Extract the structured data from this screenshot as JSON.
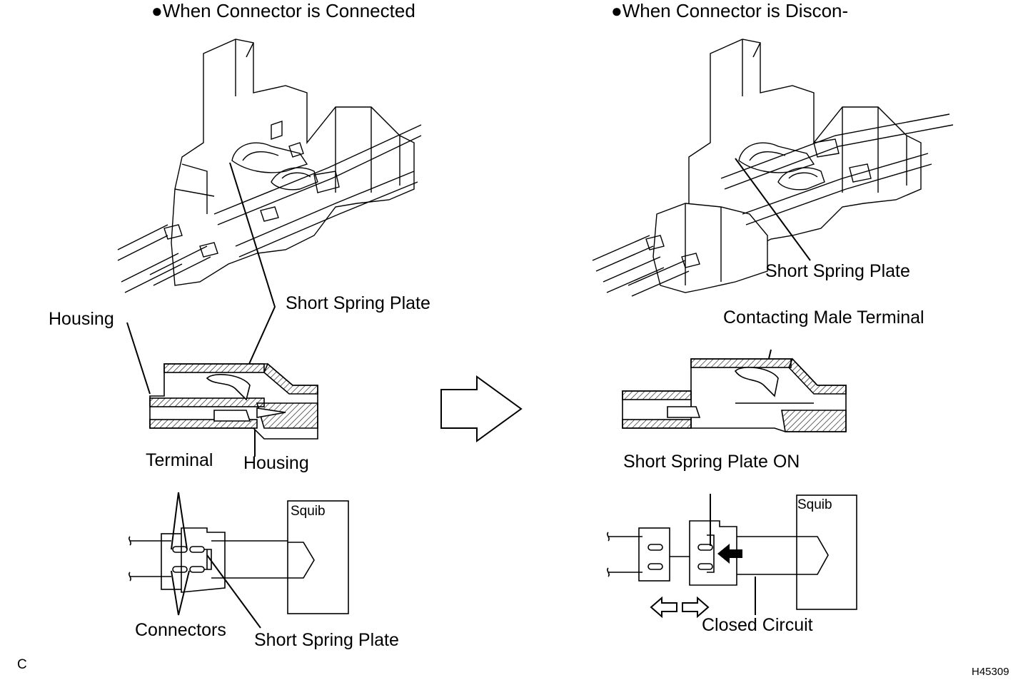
{
  "panels": {
    "left": {
      "heading": "●When Connector is Connected",
      "labels": {
        "short_spring_plate_top": "Short Spring Plate",
        "housing_left": "Housing",
        "terminal": "Terminal",
        "housing_bottom": "Housing",
        "squib": "Squib",
        "connectors": "Connectors",
        "short_spring_plate_bottom": "Short Spring Plate"
      }
    },
    "right": {
      "heading": "●When Connector is Discon-",
      "labels": {
        "short_spring_plate": "Short Spring Plate",
        "contacting_male_terminal": "Contacting Male Terminal",
        "short_spring_plate_on": "Short Spring Plate ON",
        "squib": "Squib",
        "closed_circuit": "Closed Circuit"
      }
    }
  },
  "corner_letter": "C",
  "figure_code": "H45309"
}
